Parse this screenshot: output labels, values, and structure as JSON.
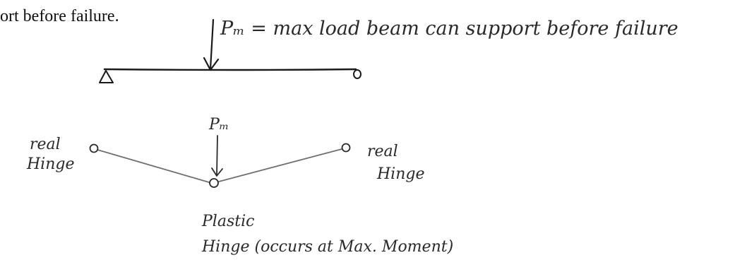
{
  "header_text": "ort before failure.",
  "beam_annotation": "Pₘ = max load beam can support before failure",
  "mechanism_load": "Pₘ",
  "left_hinge": {
    "line1": "real",
    "line2": "Hinge"
  },
  "right_hinge": {
    "line1": "real",
    "line2": "Hinge"
  },
  "plastic_hinge": {
    "line1": "Plastic",
    "line2": "Hinge (occurs at Max. Moment)"
  }
}
